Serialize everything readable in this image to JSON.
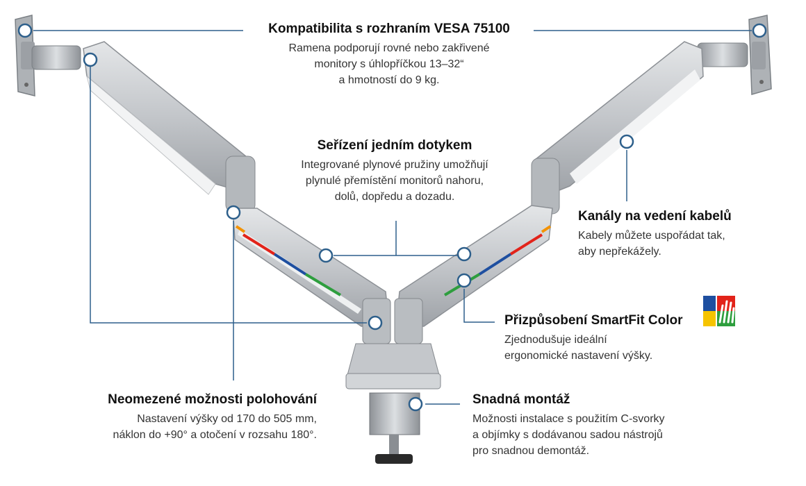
{
  "features": {
    "vesa": {
      "title": "Kompatibilita s rozhraním VESA 75100",
      "lines": [
        "Ramena podporují rovné nebo zakřivené",
        "monitory s úhlopříčkou 13–32“",
        "a hmotností do 9 kg."
      ]
    },
    "touch": {
      "title": "Seřízení jedním dotykem",
      "lines": [
        "Integrované plynové pružiny umožňují",
        "plynulé přemístění monitorů nahoru,",
        "dolů, dopředu a dozadu."
      ]
    },
    "cables": {
      "title": "Kanály na vedení kabelů",
      "lines": [
        "Kabely můžete uspořádat tak,",
        "aby nepřekážely."
      ]
    },
    "smartfit": {
      "title": "Přizpůsobení SmartFit Color",
      "lines": [
        "Zjednodušuje ideální",
        "ergonomické nastavení výšky."
      ]
    },
    "positioning": {
      "title": "Neomezené možnosti polohování",
      "lines": [
        "Nastavení výšky od 170 do 505 mm,",
        "náklon do +90° a otočení v rozsahu 180°."
      ]
    },
    "mounting": {
      "title": "Snadná montáž",
      "lines": [
        "Možnosti instalace s použitím C-svorky",
        "a objímky s dodávanou sadou nástrojů",
        "pro snadnou demontáž."
      ]
    }
  },
  "colors": {
    "callout": "#2d5f8b",
    "arm": "#c9ccd0",
    "band_red": "#e2231a",
    "band_blue": "#1e4fa0",
    "band_green": "#2e9e3e",
    "band_orange": "#f39200"
  },
  "icons": {
    "smartfit_logo": "smartfit-logo-icon"
  }
}
